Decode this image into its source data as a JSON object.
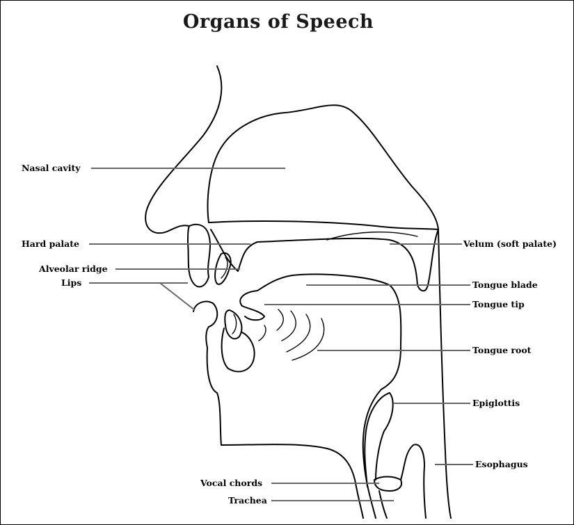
{
  "title": "Organs of Speech",
  "labels": {
    "nasal_cavity": "Nasal cavity",
    "hard_palate": "Hard palate",
    "alveolar_ridge": "Alveolar ridge",
    "lips": "Lips",
    "velum": "Velum (soft palate)",
    "tongue_blade": "Tongue blade",
    "tongue_tip": "Tongue tip",
    "tongue_root": "Tongue root",
    "epiglottis": "Epiglottis",
    "esophagus": "Esophagus",
    "vocal_chords": "Vocal chords",
    "trachea": "Trachea"
  }
}
